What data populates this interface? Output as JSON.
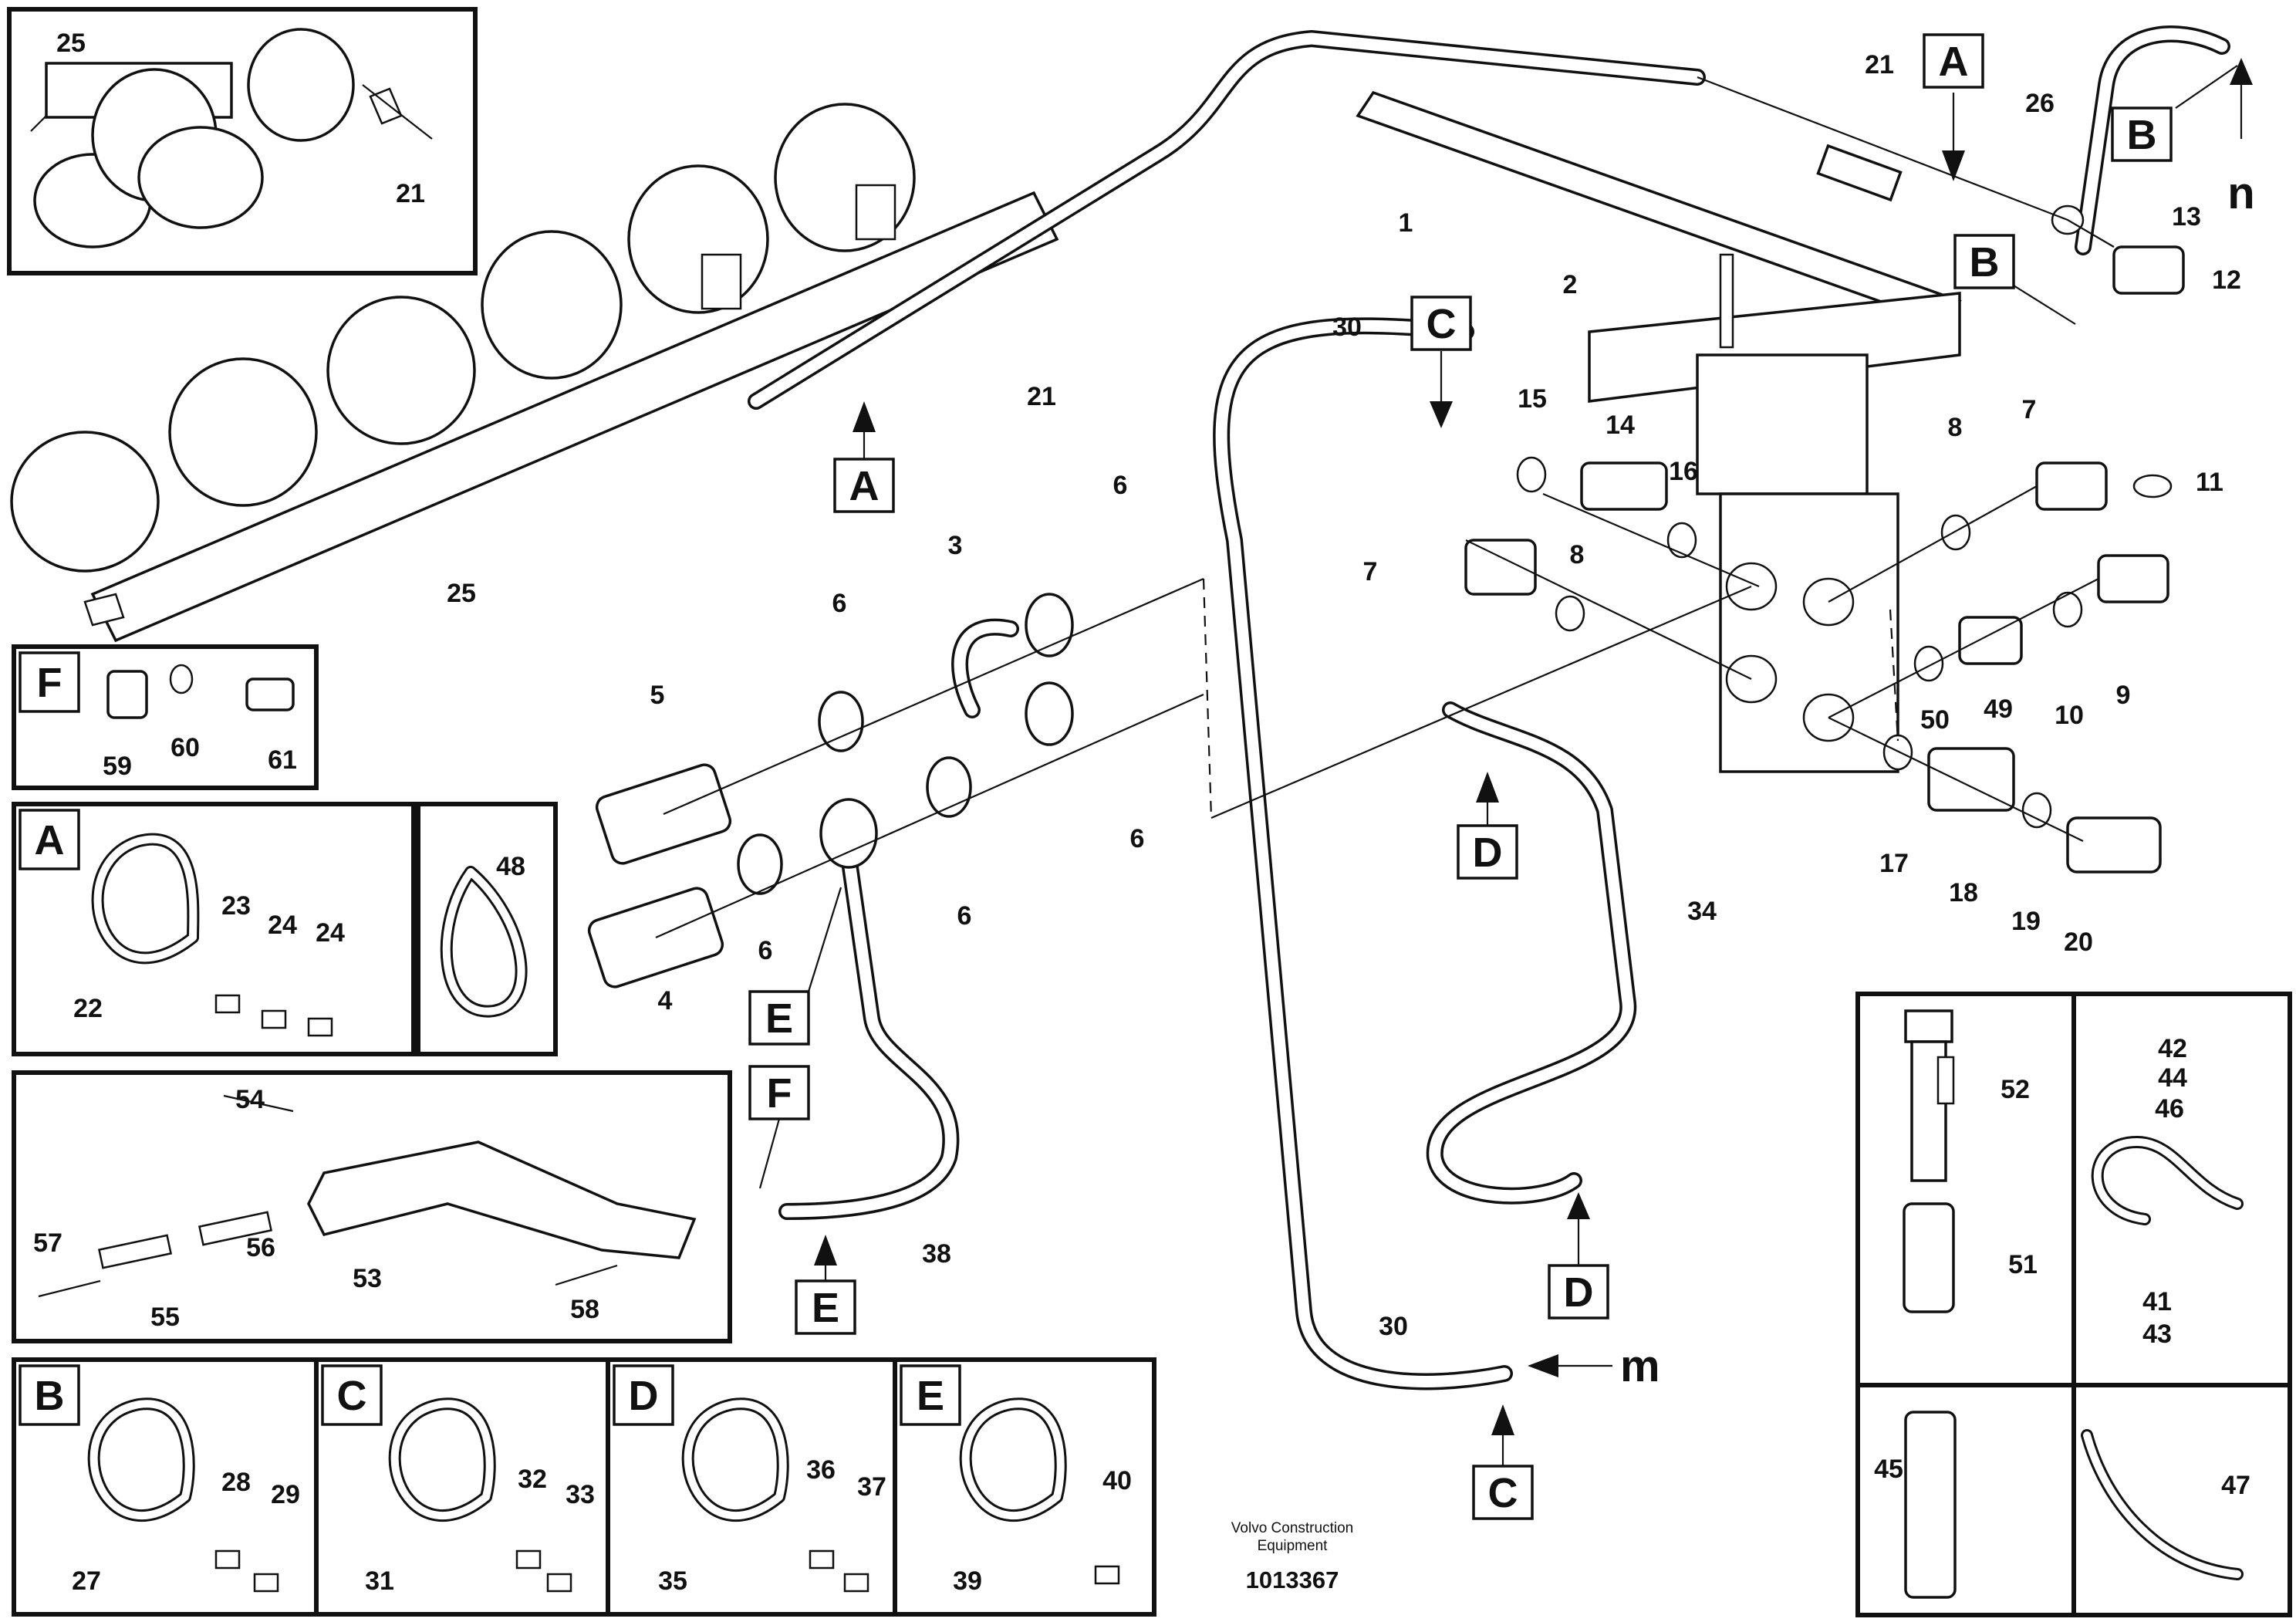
{
  "diagram": {
    "credit_line_1": "Volvo Construction",
    "credit_line_2": "Equipment",
    "drawing_number": "1013367",
    "callouts": [
      "A",
      "B",
      "C",
      "D",
      "E",
      "F"
    ],
    "direction_labels": [
      "n",
      "m"
    ],
    "part_numbers": {
      "p1": "1",
      "p2": "2",
      "p3": "3",
      "p4": "4",
      "p5": "5",
      "p6": "6",
      "p7": "7",
      "p8": "8",
      "p9": "9",
      "p10": "10",
      "p11": "11",
      "p12": "12",
      "p13": "13",
      "p14": "14",
      "p15": "15",
      "p16": "16",
      "p17": "17",
      "p18": "18",
      "p19": "19",
      "p20": "20",
      "p21": "21",
      "p22": "22",
      "p23": "23",
      "p24": "24",
      "p25": "25",
      "p26": "26",
      "p27": "27",
      "p28": "28",
      "p29": "29",
      "p30": "30",
      "p31": "31",
      "p32": "32",
      "p33": "33",
      "p34": "34",
      "p35": "35",
      "p36": "36",
      "p37": "37",
      "p38": "38",
      "p39": "39",
      "p40": "40",
      "p41": "41",
      "p42": "42",
      "p43": "43",
      "p44": "44",
      "p45": "45",
      "p46": "46",
      "p47": "47",
      "p48": "48",
      "p49": "49",
      "p50": "50",
      "p51": "51",
      "p52": "52",
      "p53": "53",
      "p54": "54",
      "p55": "55",
      "p56": "56",
      "p57": "57",
      "p58": "58",
      "p59": "59",
      "p60": "60",
      "p61": "61"
    }
  }
}
